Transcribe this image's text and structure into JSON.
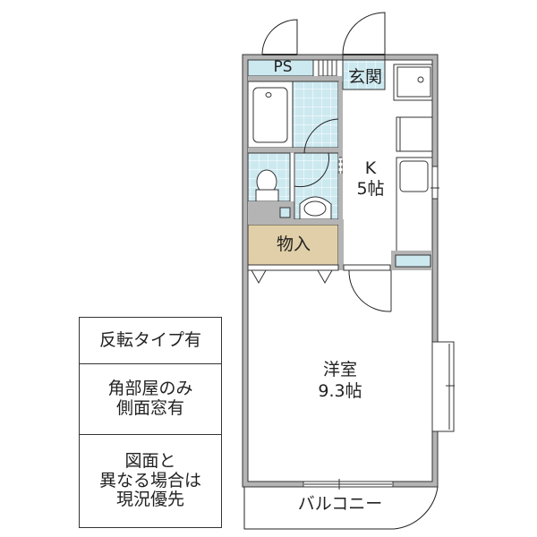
{
  "floor_plan": {
    "rooms": [
      {
        "id": "ps",
        "label": "PS"
      },
      {
        "id": "entrance",
        "label": "玄関"
      },
      {
        "id": "kitchen",
        "label": "K",
        "size": "5帖"
      },
      {
        "id": "storage",
        "label": "物入"
      },
      {
        "id": "western_room",
        "label": "洋室",
        "size": "9.3帖"
      },
      {
        "id": "balcony",
        "label": "バルコニー"
      }
    ],
    "colors": {
      "wall": "#b4b4b4",
      "tile": "#cde9f0",
      "storage": "#e0cfa8",
      "line": "#222222"
    }
  },
  "notes": [
    {
      "text": "反転タイプ有"
    },
    {
      "text": "角部屋のみ\n側面窓有"
    },
    {
      "text": "図面と\n異なる場合は\n現況優先"
    }
  ]
}
